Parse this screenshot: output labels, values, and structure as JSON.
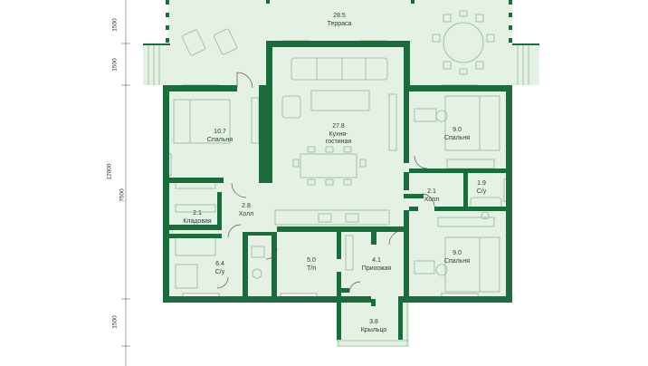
{
  "colors": {
    "wall": "#1b6b3d",
    "floor": "#e6f1e5",
    "line": "#8fb89a",
    "text": "#1f3d2c"
  },
  "dimensions": {
    "terrace_a": "1500",
    "terrace_b": "1500",
    "overall": "12000",
    "middle": "7500",
    "porch": "1500"
  },
  "rooms": {
    "terrace": {
      "area": "28.5",
      "name": "Терраса"
    },
    "kitchen": {
      "area": "27.8",
      "name_line1": "Кухня-",
      "name_line2": "гостиная"
    },
    "bedroom_left": {
      "area": "10.7",
      "name": "Спальня"
    },
    "bedroom_right_top": {
      "area": "9.0",
      "name": "Спальня"
    },
    "bathroom_right": {
      "area": "1.9",
      "name": "С/у"
    },
    "hall_right": {
      "area": "2.1",
      "name": "Холл"
    },
    "storage": {
      "area": "2.1",
      "name": "Кладовая"
    },
    "hall_left": {
      "area": "2.8",
      "name": "Холл"
    },
    "bathroom_left": {
      "area": "6.4",
      "name": "С/у"
    },
    "technical": {
      "area": "5.0",
      "name": "Т/п"
    },
    "entry": {
      "area": "4.1",
      "name": "Прихожая"
    },
    "bedroom_right_bottom": {
      "area": "9.0",
      "name": "Спальня"
    },
    "porch": {
      "area": "3.8",
      "name": "Крыльцо"
    }
  }
}
